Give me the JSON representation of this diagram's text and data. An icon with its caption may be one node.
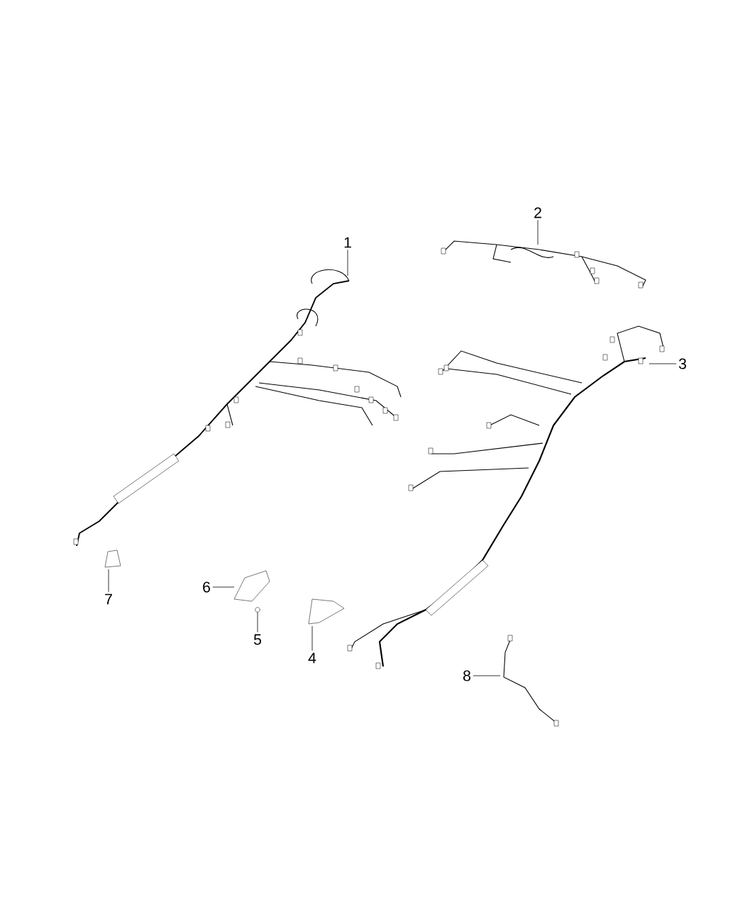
{
  "diagram": {
    "nodes": [
      {
        "text": [
          "1"
        ]
      },
      {
        "text": [],
        "shape": "picture"
      },
      {
        "text": [
          "2"
        ]
      },
      {
        "text": [],
        "shape": "picture"
      },
      {
        "text": [
          "3"
        ]
      },
      {
        "text": [],
        "shape": "picture"
      },
      {
        "text": [
          "4"
        ]
      },
      {
        "text": [],
        "shape": "picture"
      },
      {
        "text": [
          "5"
        ]
      },
      {
        "text": [],
        "shape": "circle"
      },
      {
        "text": [
          "6"
        ]
      },
      {
        "text": [],
        "shape": "picture"
      },
      {
        "text": [
          "7"
        ]
      },
      {
        "text": [],
        "shape": "picture"
      },
      {
        "text": [
          "8"
        ]
      },
      {
        "text": [],
        "shape": "picture"
      }
    ],
    "edges": [
      {
        "from": 0,
        "to": 1,
        "arrow": "none"
      },
      {
        "from": 2,
        "to": 3,
        "arrow": "none"
      },
      {
        "from": 4,
        "to": 5,
        "arrow": "none"
      },
      {
        "from": 6,
        "to": 7,
        "arrow": "none"
      },
      {
        "from": 8,
        "to": 9,
        "arrow": "none"
      },
      {
        "from": 10,
        "to": 11,
        "arrow": "none"
      },
      {
        "from": 12,
        "to": 13,
        "arrow": "none"
      },
      {
        "from": 14,
        "to": 15,
        "arrow": "none"
      }
    ]
  }
}
